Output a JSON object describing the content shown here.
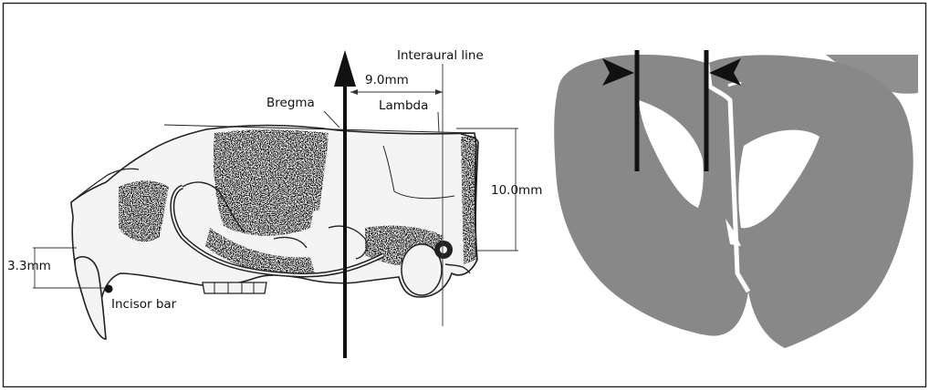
{
  "skull_panel": {
    "labels": {
      "interaural_line": "Interaural  line",
      "bregma": "Bregma",
      "lambda": "Lambda",
      "distance_9": "9.0mm",
      "distance_10": "10.0mm",
      "distance_3_3": "3.3mm",
      "incisor_bar": "Incisor bar"
    }
  },
  "section_panel": {}
}
